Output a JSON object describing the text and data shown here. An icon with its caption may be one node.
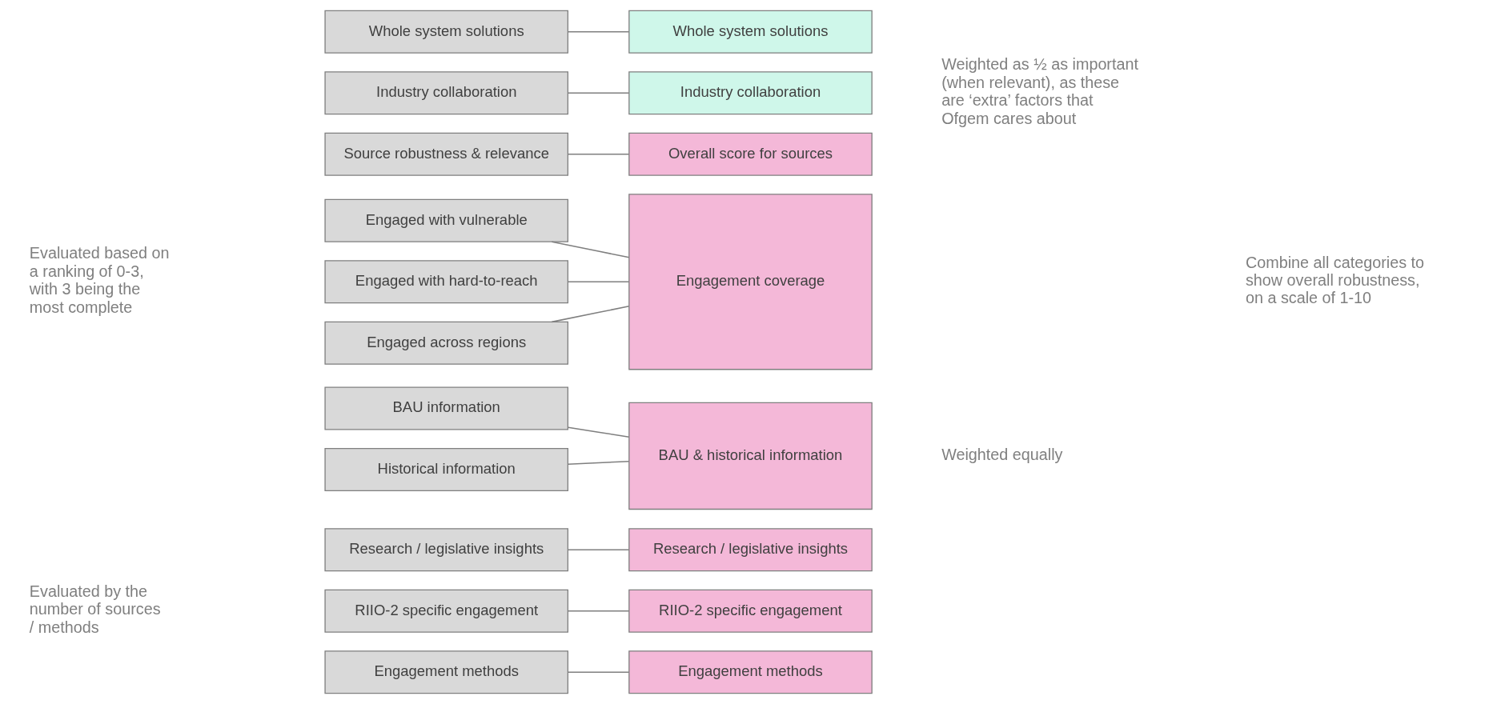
{
  "diagram": {
    "nodes": [
      {
        "text": [
          "Engagement methods"
        ]
      },
      {
        "text": [
          "Engagement methods"
        ]
      },
      {
        "text": [
          "RIIO-2 specific engagement"
        ]
      },
      {
        "text": [
          "RIIO-2 specific engagement"
        ]
      },
      {
        "text": [
          "Research / legislative insights"
        ]
      },
      {
        "text": [
          "Research / legislative insights"
        ]
      },
      {
        "text": [
          "BAU information"
        ]
      },
      {
        "text": [
          "BAU & historical information"
        ]
      },
      {
        "text": [
          "Historical information"
        ]
      },
      {
        "text": [
          "Engaged with vulnerable"
        ]
      },
      {
        "text": [
          "Engagement coverage"
        ]
      },
      {
        "text": [
          "Engaged with hard-to-reach"
        ]
      },
      {
        "text": [
          "Engaged across regions"
        ]
      },
      {
        "text": [
          "Source robustness & relevance"
        ]
      },
      {
        "text": [
          "Overall score for sources"
        ]
      },
      {
        "text": [
          "Industry collaboration"
        ]
      },
      {
        "text": [
          "Industry collaboration"
        ]
      },
      {
        "text": [
          "Whole system solutions"
        ]
      },
      {
        "text": [
          "Whole system solutions"
        ]
      }
    ],
    "edges": [
      {
        "from": 0,
        "to": 1,
        "arrow": "none"
      },
      {
        "from": 2,
        "to": 3,
        "arrow": "none"
      },
      {
        "from": 4,
        "to": 5,
        "arrow": "none"
      },
      {
        "from": 6,
        "to": 7,
        "arrow": "none"
      },
      {
        "from": 8,
        "to": 7,
        "arrow": "none"
      },
      {
        "from": 9,
        "to": 10,
        "arrow": "none"
      },
      {
        "from": 11,
        "to": 10,
        "arrow": "none"
      },
      {
        "from": 12,
        "to": 10,
        "arrow": "none"
      },
      {
        "from": 13,
        "to": 14,
        "arrow": "none"
      },
      {
        "from": 15,
        "to": 16,
        "arrow": "none"
      },
      {
        "from": 17,
        "to": 18,
        "arrow": "none"
      }
    ],
    "labels": [
      "Evaluated by the number of sources / methods",
      "Evaluated based on a ranking of 0-3, with 3 being the most complete",
      "Weighted equally",
      "Combine all categories to show overall robustness, on a scale of 1-10",
      "Weighted as ½ as important (when relevant), as these are ‘extra’ factors that Ofgem cares about"
    ]
  }
}
